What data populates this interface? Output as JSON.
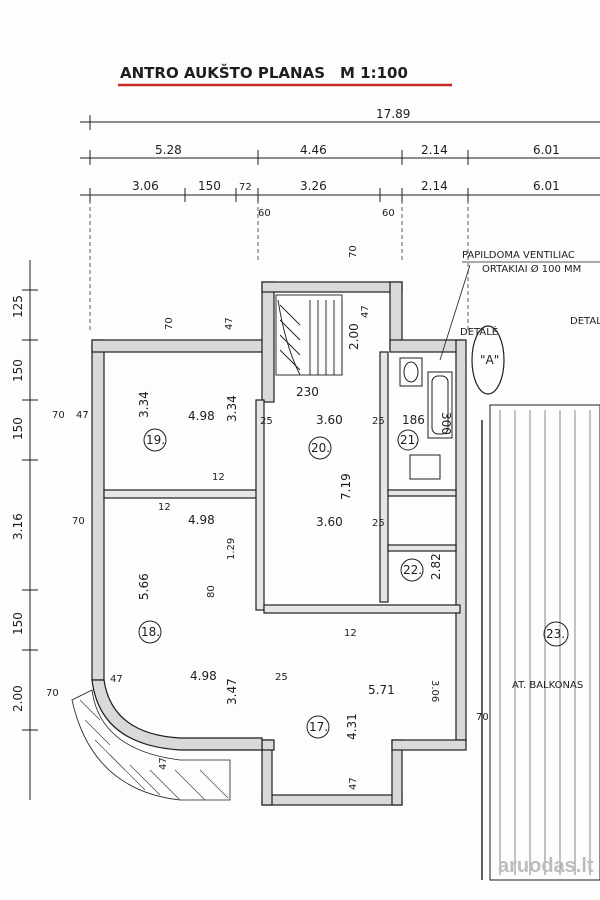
{
  "title": "ANTRO AUKŠTO PLANAS",
  "scale": "M 1:100",
  "top_dims": {
    "overall": "17.89",
    "row2": [
      "5.28",
      "4.46",
      "2.14",
      "6.01"
    ],
    "row3": [
      "3.06",
      "150",
      "72",
      "3.26",
      "2.14",
      "6.01"
    ],
    "offsets": [
      "60",
      "60"
    ]
  },
  "left_dims": [
    "125",
    "150",
    "150",
    "3.16",
    "150",
    "2.00"
  ],
  "rooms": {
    "r17": {
      "num": "17.",
      "dim1": "4.31",
      "dim2": "5.71"
    },
    "r18": {
      "num": "18.",
      "dim1": "5.66",
      "dim2": "4.98"
    },
    "r19": {
      "num": "19.",
      "dim1": "3.34",
      "dim2": "4.98"
    },
    "r20": {
      "num": "20.",
      "dim1": "7.19",
      "dim2": "3.60"
    },
    "r21": {
      "num": "21.",
      "dim1": "186",
      "dim2": "300"
    },
    "r22": {
      "num": "22.",
      "dim1": "2.82"
    },
    "r23": {
      "num": "23."
    }
  },
  "interior_dims": {
    "d230": "230",
    "d360": "3.60",
    "d200": "2.00",
    "d47": "47",
    "d70": "70",
    "d498": "4.98",
    "d334": "3.34",
    "d12": "12",
    "d129": "1.29",
    "d80": "80",
    "d347": "3.47",
    "d25": "25",
    "d306": "3.06",
    "d3p60": "3.60"
  },
  "notes": {
    "papildoma": "PAPILDOMA VENTILIAC",
    "ortakiai": "ORTAKIAI Ø 100 MM",
    "detale": "DETALĖ",
    "detale_a": "\"A\"",
    "detale_right": "DETAL",
    "balkonas": "AT. BALKONAS"
  },
  "watermark": "aruodas.lt",
  "colors": {
    "ink": "#1e1e1e",
    "underline": "#c62828",
    "paper": "#fdfdfb",
    "watermark": "#bdbdbd"
  }
}
